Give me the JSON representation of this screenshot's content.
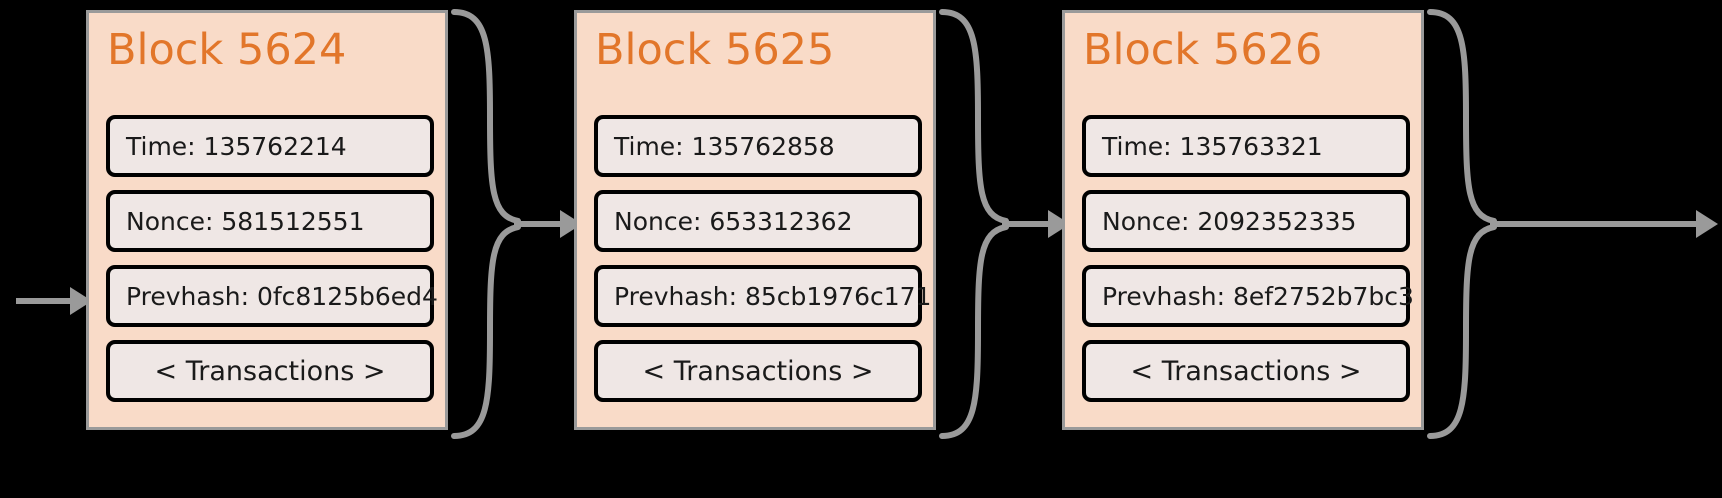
{
  "diagram": {
    "type": "blockchain-chain",
    "background_color": "#000000",
    "block_fill": "#f9dbc8",
    "block_border": "#9a9a9a",
    "field_fill": "#efe7e5",
    "field_border": "#000000",
    "title_color": "#e2762a",
    "connector_color": "#9a9a9a"
  },
  "blocks": [
    {
      "title": "Block 5624",
      "fields": [
        {
          "label": "Time: 135762214",
          "name": "time"
        },
        {
          "label": "Nonce: 581512551",
          "name": "nonce"
        },
        {
          "label": "Prevhash: 0fc8125b6ed4",
          "name": "prevhash"
        },
        {
          "label": "< Transactions >",
          "name": "transactions"
        }
      ]
    },
    {
      "title": "Block 5625",
      "fields": [
        {
          "label": "Time: 135762858",
          "name": "time"
        },
        {
          "label": "Nonce: 653312362",
          "name": "nonce"
        },
        {
          "label": "Prevhash: 85cb1976c171",
          "name": "prevhash"
        },
        {
          "label": "< Transactions >",
          "name": "transactions"
        }
      ]
    },
    {
      "title": "Block 5626",
      "fields": [
        {
          "label": "Time: 135763321",
          "name": "time"
        },
        {
          "label": "Nonce: 2092352335",
          "name": "nonce"
        },
        {
          "label": "Prevhash: 8ef2752b7bc3",
          "name": "prevhash"
        },
        {
          "label": "< Transactions >",
          "name": "transactions"
        }
      ]
    }
  ],
  "connectors": {
    "incoming_arrow": "arrow-into-block-5624",
    "between_1_2": "brace-arrow-5624-to-5625",
    "between_2_3": "brace-arrow-5625-to-5626",
    "outgoing_arrow": "brace-arrow-out-of-5626"
  }
}
